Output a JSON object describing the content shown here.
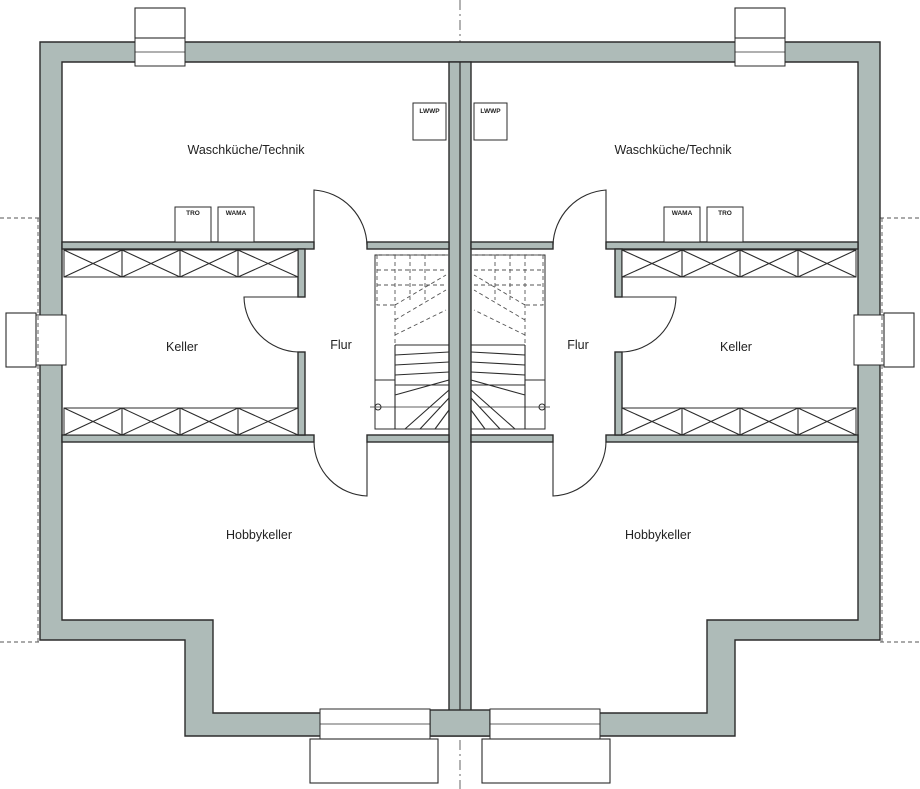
{
  "rooms": {
    "left_utility": "Waschküche/Technik",
    "right_utility": "Waschküche/Technik",
    "left_cellar": "Keller",
    "right_cellar": "Keller",
    "left_hall": "Flur",
    "right_hall": "Flur",
    "left_hobby": "Hobbykeller",
    "right_hobby": "Hobbykeller"
  },
  "appliances": {
    "left_heatpump": "LWWP",
    "right_heatpump": "LWWP",
    "left_dryer": "TRO",
    "left_washer": "WAMA",
    "right_washer": "WAMA",
    "right_dryer": "TRO"
  },
  "colors": {
    "wall_fill": "#aebbb8",
    "line": "#2b2b2b"
  }
}
